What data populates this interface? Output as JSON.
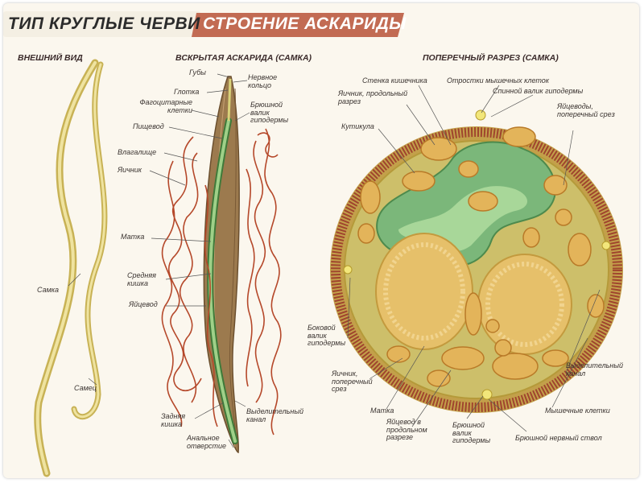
{
  "titles": {
    "type": "ТИП КРУГЛЫЕ ЧЕРВИ",
    "structure": "СТРОЕНИЕ АСКАРИДЫ"
  },
  "sections": {
    "external": "ВНЕШНИЙ ВИД",
    "opened": "ВСКРЫТАЯ АСКАРИДА (САМКА)",
    "cross": "ПОПЕРЕЧНЫЙ РАЗРЕЗ (САМКА)"
  },
  "external_labels": {
    "female": "Самка",
    "male": "Самец"
  },
  "opened_labels": {
    "lips": "Губы",
    "nerve_ring": "Нервное кольцо",
    "pharynx": "Глотка",
    "phagocytic": "Фагоцитарные клетки",
    "ventral_cord": "Брюшной валик гиподермы",
    "esophagus": "Пищевод",
    "vagina": "Влагалище",
    "ovary": "Яичник",
    "uterus": "Матка",
    "midgut": "Средняя кишка",
    "oviduct": "Яйцевод",
    "hindgut": "Задняя кишка",
    "anus": "Анальное отверстие",
    "excretory": "Выделительный канал"
  },
  "cross_labels": {
    "gut_wall": "Стенка кишечника",
    "muscle_processes": "Отростки мышечных клеток",
    "dorsal_cord": "Спинной валик гиподермы",
    "ovary_long": "Яичник, продольный разрез",
    "cuticle": "Кутикула",
    "oviducts_cross": "Яйцеводы, поперечный срез",
    "lateral_cord": "Боковой валик гиподермы",
    "ovary_cross": "Яичник, поперечный срез",
    "excretory": "Выделительный канал",
    "muscle_cells": "Мышечные клетки",
    "uterus": "Матка",
    "oviduct_long": "Яйцевод в продольном разрезе",
    "ventral_cord": "Брюшной валик гиподермы",
    "ventral_nerve": "Брюшной нервный ствол"
  }
}
